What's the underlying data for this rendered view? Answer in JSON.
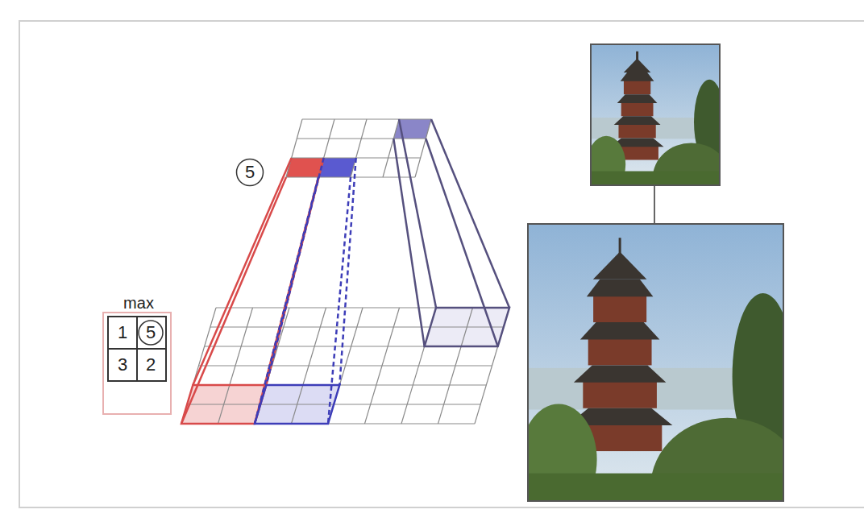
{
  "diagram": {
    "nodes": [
      {
        "text": [
          "5"
        ]
      }
    ],
    "labels": [
      "max",
      "1",
      "5",
      "3",
      "2"
    ]
  }
}
